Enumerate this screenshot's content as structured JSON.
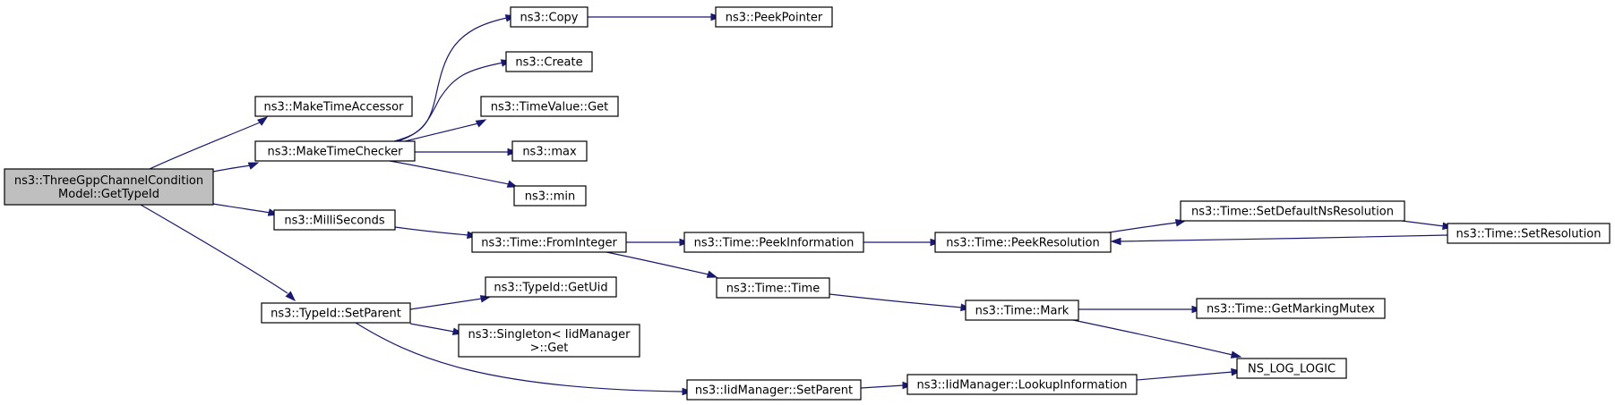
{
  "nodes": {
    "root": [
      "ns3::ThreeGppChannelCondition",
      "Model::GetTypeId"
    ],
    "make_time_accessor": [
      "ns3::MakeTimeAccessor"
    ],
    "make_time_checker": [
      "ns3::MakeTimeChecker"
    ],
    "milli_seconds": [
      "ns3::MilliSeconds"
    ],
    "typeid_set_parent": [
      "ns3::TypeId::SetParent"
    ],
    "copy": [
      "ns3::Copy"
    ],
    "peek_pointer": [
      "ns3::PeekPointer"
    ],
    "create": [
      "ns3::Create"
    ],
    "time_value_get": [
      "ns3::TimeValue::Get"
    ],
    "max": [
      "ns3::max"
    ],
    "min": [
      "ns3::min"
    ],
    "time_from_integer": [
      "ns3::Time::FromInteger"
    ],
    "time_peek_information": [
      "ns3::Time::PeekInformation"
    ],
    "time_peek_resolution": [
      "ns3::Time::PeekResolution"
    ],
    "time_set_default_ns_resolution": [
      "ns3::Time::SetDefaultNsResolution"
    ],
    "time_set_resolution": [
      "ns3::Time::SetResolution"
    ],
    "time_time": [
      "ns3::Time::Time"
    ],
    "time_mark": [
      "ns3::Time::Mark"
    ],
    "time_get_marking_mutex": [
      "ns3::Time::GetMarkingMutex"
    ],
    "ns_log_logic": [
      "NS_LOG_LOGIC"
    ],
    "typeid_get_uid": [
      "ns3::TypeId::GetUid"
    ],
    "singleton_get": [
      "ns3::Singleton< IidManager",
      " >::Get"
    ],
    "iid_manager_set_parent": [
      "ns3::IidManager::SetParent"
    ],
    "iid_manager_lookup_information": [
      "ns3::IidManager::LookupInformation"
    ]
  },
  "edges": [
    [
      "root",
      "make_time_accessor"
    ],
    [
      "root",
      "make_time_checker"
    ],
    [
      "root",
      "milli_seconds"
    ],
    [
      "root",
      "typeid_set_parent"
    ],
    [
      "make_time_checker",
      "copy"
    ],
    [
      "make_time_checker",
      "create"
    ],
    [
      "make_time_checker",
      "time_value_get"
    ],
    [
      "make_time_checker",
      "max"
    ],
    [
      "make_time_checker",
      "min"
    ],
    [
      "copy",
      "peek_pointer"
    ],
    [
      "milli_seconds",
      "time_from_integer"
    ],
    [
      "time_from_integer",
      "time_peek_information"
    ],
    [
      "time_from_integer",
      "time_time"
    ],
    [
      "time_peek_information",
      "time_peek_resolution"
    ],
    [
      "time_peek_resolution",
      "time_set_default_ns_resolution"
    ],
    [
      "time_set_default_ns_resolution",
      "time_set_resolution"
    ],
    [
      "time_set_resolution",
      "time_peek_resolution"
    ],
    [
      "time_time",
      "time_mark"
    ],
    [
      "time_mark",
      "time_get_marking_mutex"
    ],
    [
      "time_mark",
      "ns_log_logic"
    ],
    [
      "typeid_set_parent",
      "typeid_get_uid"
    ],
    [
      "typeid_set_parent",
      "singleton_get"
    ],
    [
      "typeid_set_parent",
      "iid_manager_set_parent"
    ],
    [
      "iid_manager_set_parent",
      "iid_manager_lookup_information"
    ],
    [
      "iid_manager_lookup_information",
      "ns_log_logic"
    ]
  ],
  "colors": {
    "edge": "#191970",
    "root_fill": "#bfbfbf",
    "node_fill": "#ffffff",
    "node_stroke": "#000000"
  }
}
